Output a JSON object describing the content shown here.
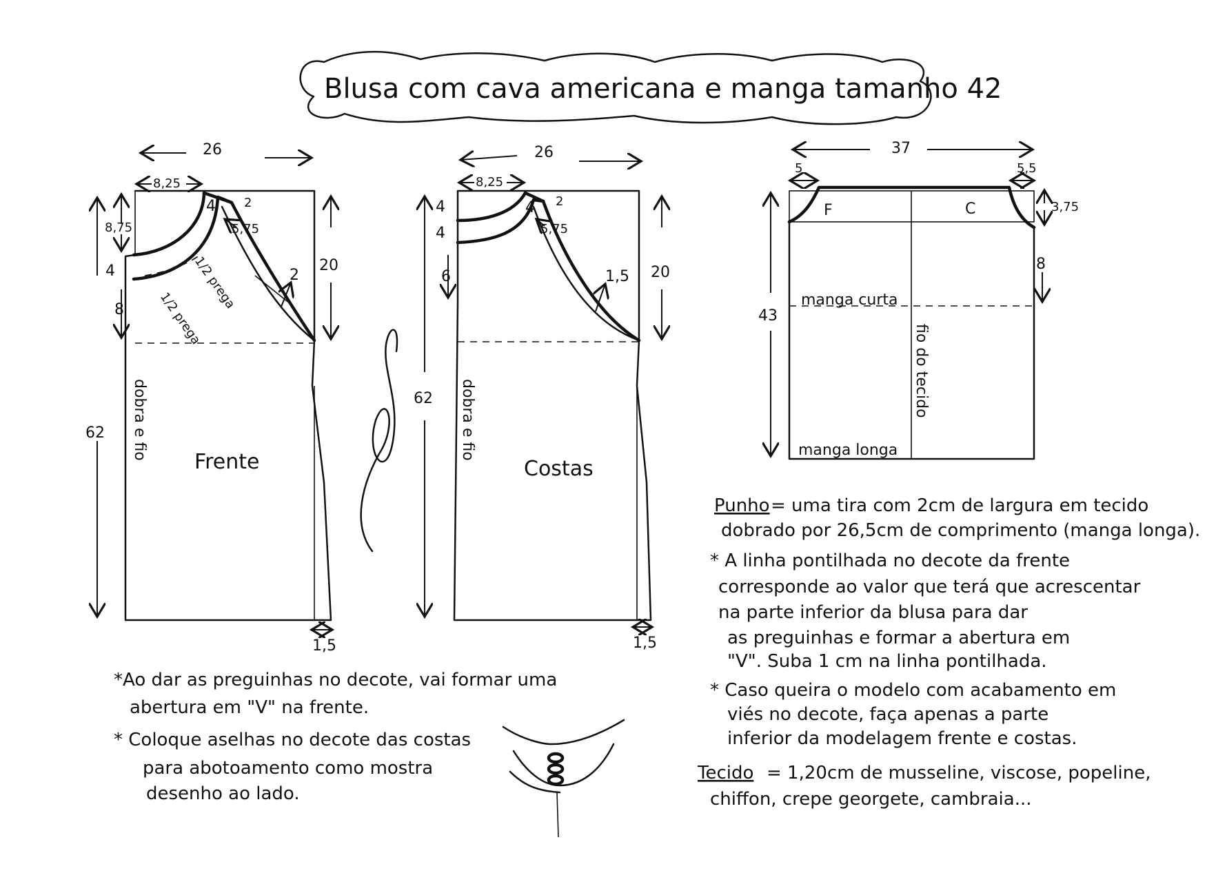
{
  "title": "Blusa com cava americana e manga tamanho 42",
  "front": {
    "label": "Frente",
    "fold": "dobra e fio",
    "width": "26",
    "neck_width": "8,25",
    "neck_depth": "8,75",
    "band": "4",
    "below_band": "8",
    "shoulder_a": "4",
    "shoulder_b": "2",
    "shoulder_c": "5,75",
    "armhole_depth": "20",
    "curve_offset": "2",
    "pleat": "1/2 prega",
    "length": "62",
    "hem_ext": "1,5"
  },
  "back": {
    "label": "Costas",
    "fold": "dobra e fio",
    "width": "26",
    "neck_width": "8,25",
    "top_a": "4",
    "top_b": "4",
    "below_band": "6",
    "shoulder_a": "4",
    "shoulder_b": "2",
    "shoulder_c": "5,75",
    "armhole_depth": "20",
    "curve_offset": "1,5",
    "length": "62",
    "hem_ext": "1,5"
  },
  "sleeve": {
    "width": "37",
    "left_inset": "5",
    "right_inset": "5,5",
    "cap_depth": "3,75",
    "short_depth": "8",
    "length": "43",
    "front_mark": "F",
    "back_mark": "C",
    "short_label": "manga curta",
    "long_label": "manga longa",
    "grain": "fio do tecido"
  },
  "notes_left": [
    "*Ao dar as preguinhas no decote, vai formar uma",
    "abertura em \"V\" na frente.",
    "* Coloque aselhas no decote das costas",
    "para abotoamento como mostra",
    "desenho ao lado."
  ],
  "notes_right": {
    "cuff_label": "Punho",
    "lines": [
      "= uma tira com 2cm de largura em tecido",
      "dobrado por 26,5cm de comprimento (manga longa).",
      "* A linha pontilhada no decote da frente",
      "corresponde ao valor que terá que acrescentar",
      "na parte inferior da blusa para dar",
      "as preguinhas e formar a abertura em",
      "\"V\". Suba 1 cm na linha pontilhada.",
      "* Caso queira o modelo com acabamento em",
      "viés no decote, faça apenas a parte",
      "inferior da modelagem frente e costas."
    ],
    "fabric_label": "Tecido",
    "fabric_lines": [
      "= 1,20cm de musseline, viscose, popeline,",
      "chiffon, crepe georgete, cambraia..."
    ]
  }
}
